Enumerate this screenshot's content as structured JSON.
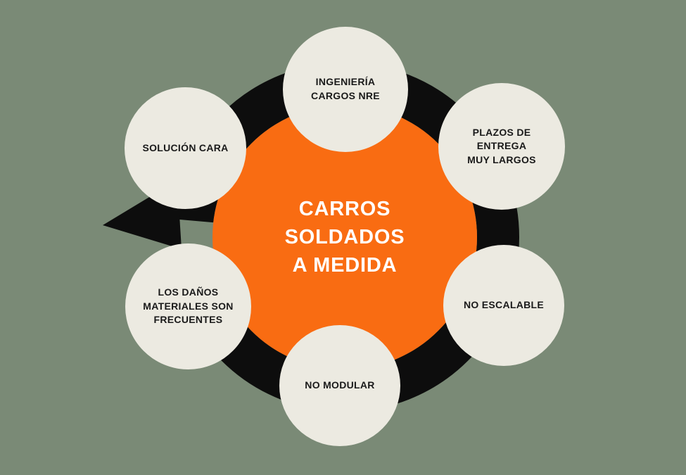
{
  "colors": {
    "background": "#7A8A76",
    "ring": "#0D0D0D",
    "center": "#F96C12",
    "center_text": "#FFFFFF",
    "node": "#ECEAE1",
    "node_text": "#1A1A1A"
  },
  "center": {
    "label": "CARROS\nSOLDADOS\nA MEDIDA"
  },
  "nodes": [
    {
      "label": "INGENIERÍA\nCARGOS NRE"
    },
    {
      "label": "PLAZOS DE ENTREGA\nMUY LARGOS"
    },
    {
      "label": "NO ESCALABLE"
    },
    {
      "label": "NO MODULAR"
    },
    {
      "label": "LOS DAÑOS\nMATERIALES SON\nFRECUENTES"
    },
    {
      "label": "SOLUCIÓN CARA"
    }
  ]
}
